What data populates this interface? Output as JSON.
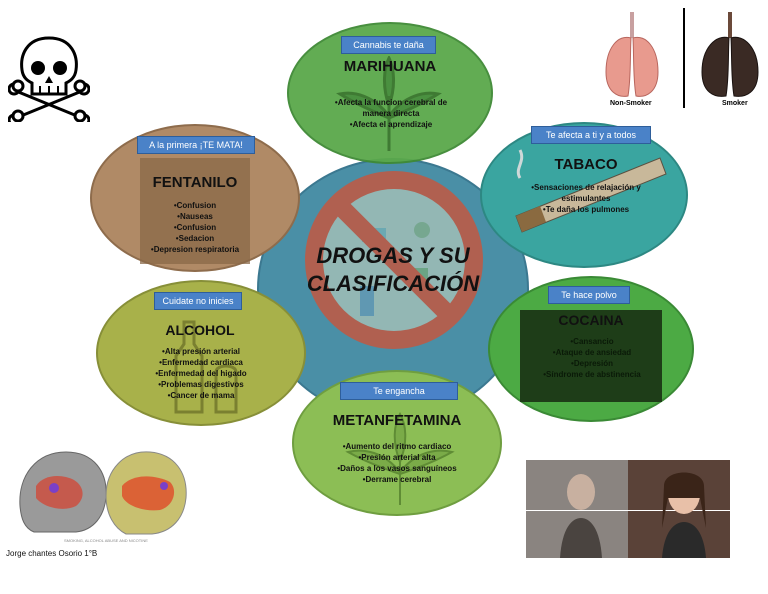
{
  "center": {
    "title_line1": "DROGAS Y SU",
    "title_line2": "CLASIFICACIÓN"
  },
  "marihuana": {
    "tag": "Cannabis te daña",
    "title": "MARIHUANA",
    "items": [
      "Afecta la funcion cerebral de manera directa",
      "Afecta el aprendizaje"
    ],
    "color": "#5aa84a"
  },
  "tabaco": {
    "tag": "Te afecta a ti y a todos",
    "title": "TABACO",
    "items": [
      "Sensaciones de relajación y estimulantes",
      "Te daña los pulmones"
    ],
    "color": "#3aa5a0"
  },
  "cocaina": {
    "tag": "Te hace polvo",
    "title": "COCAINA",
    "items": [
      "Cansancio",
      "Ataque de ansiedad",
      "Depresión",
      "Síndrome de abstinencia"
    ],
    "color": "#4caa44"
  },
  "metanfetamina": {
    "tag": "Te engancha",
    "title": "METANFETAMINA",
    "items": [
      "Aumento del ritmo cardiaco",
      "Presión arterial alta",
      "Daños a los vasos sanguíneos",
      "Derrame cerebral"
    ],
    "color": "#8cbe55"
  },
  "alcohol": {
    "tag": "Cuidate no inicies",
    "title": "ALCOHOL",
    "items": [
      "Alta presión arterial",
      "Enfermedad cardiaca",
      "Enfermedad del higado",
      "Problemas digestivos",
      "Cancer de mama"
    ],
    "color": "#a8b14a"
  },
  "fentanilo": {
    "tag": "A la primera ¡TE MATA!",
    "title": "FENTANILO",
    "items": [
      "Confusion",
      "Nauseas",
      "Confusion",
      "Sedacion",
      "Depresion respiratoria"
    ],
    "color": "#b08a66"
  },
  "lungs": {
    "left_label": "Non-Smoker",
    "right_label": "Smoker"
  },
  "author": "Jorge chantes Osorio 1°B",
  "brain_credit": "SMOKING, ALCOHOL ABUSE AND NICOTINE"
}
